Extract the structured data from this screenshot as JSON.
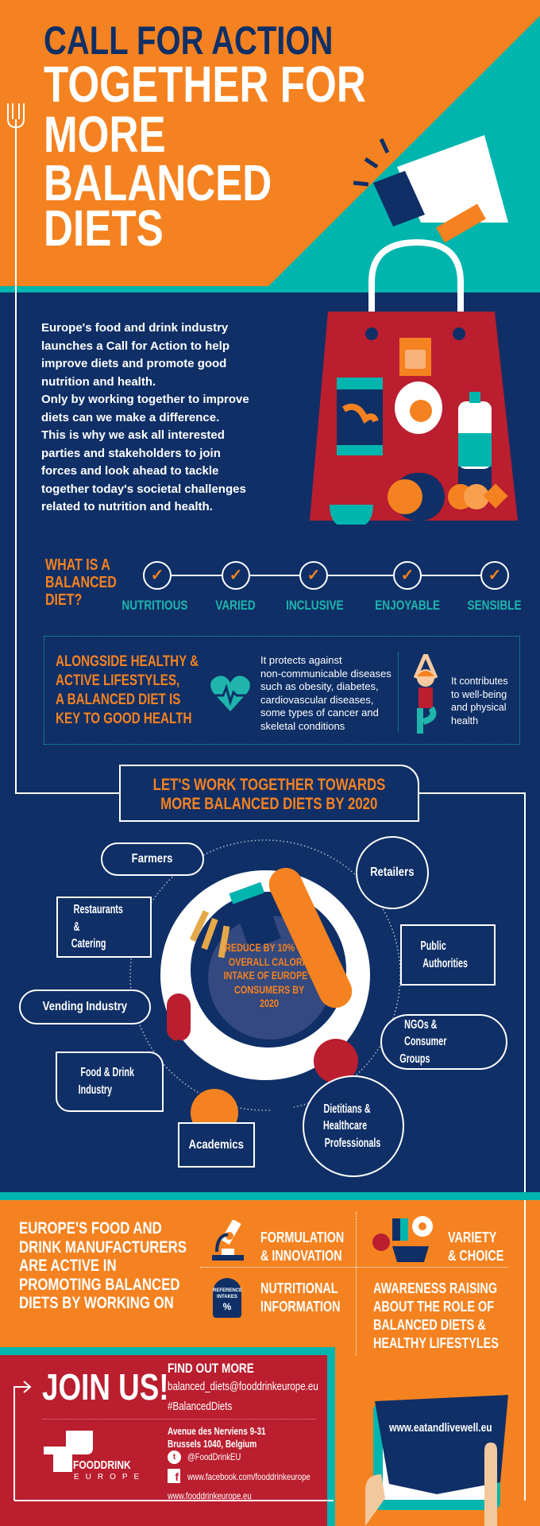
{
  "header": {
    "title_lines": [
      "CALL FOR ACTION",
      "TOGETHER FOR",
      "MORE",
      "BALANCED",
      "DIETS"
    ]
  },
  "intro": {
    "lines": [
      "Europe's food and drink industry",
      "launches a Call for Action to help",
      "improve diets and promote good",
      "nutrition and health.",
      "Only by working together to improve",
      "diets can we make a difference.",
      "This is why we ask all interested",
      "parties and stakeholders to join",
      "forces and look ahead to tackle",
      "together today's societal challenges",
      "related to nutrition and health."
    ]
  },
  "balanced": {
    "question_lines": [
      "WHAT IS A",
      "BALANCED",
      "DIET?"
    ],
    "qualities": [
      "NUTRITIOUS",
      "VARIED",
      "INCLUSIVE",
      "ENJOYABLE",
      "SENSIBLE"
    ]
  },
  "health": {
    "heading_lines": [
      "ALONGSIDE HEALTHY &",
      "ACTIVE LIFESTYLES,",
      "A BALANCED DIET IS",
      "KEY TO GOOD HEALTH"
    ],
    "protects_lines": [
      "It protects against",
      "non-communicable diseases",
      "such as obesity, diabetes,",
      "cardiovascular diseases,",
      "some types of cancer and",
      "skeletal conditions"
    ],
    "contributes_lines": [
      "It contributes",
      "to well-being",
      "and physical",
      "health"
    ]
  },
  "together": {
    "title_lines": [
      "LET'S WORK TOGETHER TOWARDS",
      "MORE BALANCED DIETS BY 2020"
    ],
    "goal_lines": [
      "REDUCE BY 10% THE",
      "OVERALL CALORIE",
      "INTAKE OF EUROPE'S",
      "CONSUMERS BY",
      "2020"
    ],
    "stakeholders": {
      "farmers": "Farmers",
      "retailers": "Retailers",
      "restaurants": [
        "Restaurants &",
        "Catering"
      ],
      "public": [
        "Public",
        "Authorities"
      ],
      "vending": "Vending Industry",
      "ngos": [
        "NGOs & Consumer",
        "Groups"
      ],
      "food_drink": [
        "Food & Drink",
        "Industry"
      ],
      "academics": "Academics",
      "dietitians": [
        "Dietitians &",
        "Healthcare",
        "Professionals"
      ]
    }
  },
  "manufacturers": {
    "heading_lines": [
      "EUROPE'S FOOD AND",
      "DRINK MANUFACTURERS",
      "ARE ACTIVE IN",
      "PROMOTING BALANCED",
      "DIETS BY WORKING ON"
    ],
    "formulation": [
      "FORMULATION",
      "& INNOVATION"
    ],
    "variety": [
      "VARIETY",
      "& CHOICE"
    ],
    "nutritional": [
      "NUTRITIONAL",
      "INFORMATION"
    ],
    "reference_badge": [
      "REFERENCE",
      "INTAKES",
      "%"
    ],
    "awareness": [
      "AWARENESS RAISING",
      "ABOUT THE ROLE OF",
      "BALANCED DIETS &",
      "HEALTHY LIFESTYLES"
    ]
  },
  "join": {
    "title": "JOIN US!",
    "find_out": "FIND OUT MORE",
    "email": "balanced_diets@fooddrinkeurope.eu",
    "hashtag": "#BalancedDiets",
    "address_lines": [
      "Avenue des Nerviens 9-31",
      "Brussels 1040, Belgium"
    ],
    "twitter": "@FoodDrinkEU",
    "facebook": "www.facebook.com/fooddrinkeurope",
    "website": "www.fooddrinkeurope.eu",
    "logo": [
      "FOODDRINK",
      "EUROPE"
    ],
    "tablet_url": "www.eatandlivewell.eu"
  },
  "colors": {
    "orange": "#F58220",
    "navy": "#0F2F66",
    "teal": "#00B5AD",
    "red": "#BA1E2F"
  }
}
